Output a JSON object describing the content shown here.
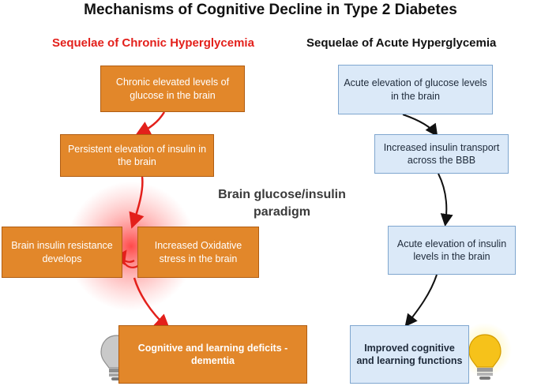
{
  "title": "Mechanisms of Cognitive Decline  in Type 2 Diabetes",
  "left_column": {
    "heading": "Sequelae of Chronic Hyperglycemia",
    "boxes": {
      "b1": "Chronic elevated levels of glucose  in the brain",
      "b2": "Persistent elevation of insulin in the brain",
      "b3": "Brain insulin resistance develops",
      "b4": "Increased Oxidative stress in the brain",
      "b5": "Cognitive and learning deficits - dementia"
    }
  },
  "right_column": {
    "heading": "Sequelae of Acute Hyperglycemia",
    "boxes": {
      "b1": "Acute elevation of glucose levels in the brain",
      "b2": "Increased insulin transport across the BBB",
      "b3": "Acute elevation of insulin levels in the brain",
      "b4": "Improved cognitive and learning functions"
    }
  },
  "center_label": "Brain glucose/insulin paradigm",
  "icons": [
    "lightbulb-off-icon",
    "lightbulb-on-icon",
    "cycle-arrows-icon"
  ],
  "colors": {
    "orange_box": "#e2872a",
    "blue_box": "#dbe9f8",
    "red_accent": "#e3201b",
    "bulb_on": "#f6c21a",
    "bulb_off": "#b8b8b8"
  }
}
